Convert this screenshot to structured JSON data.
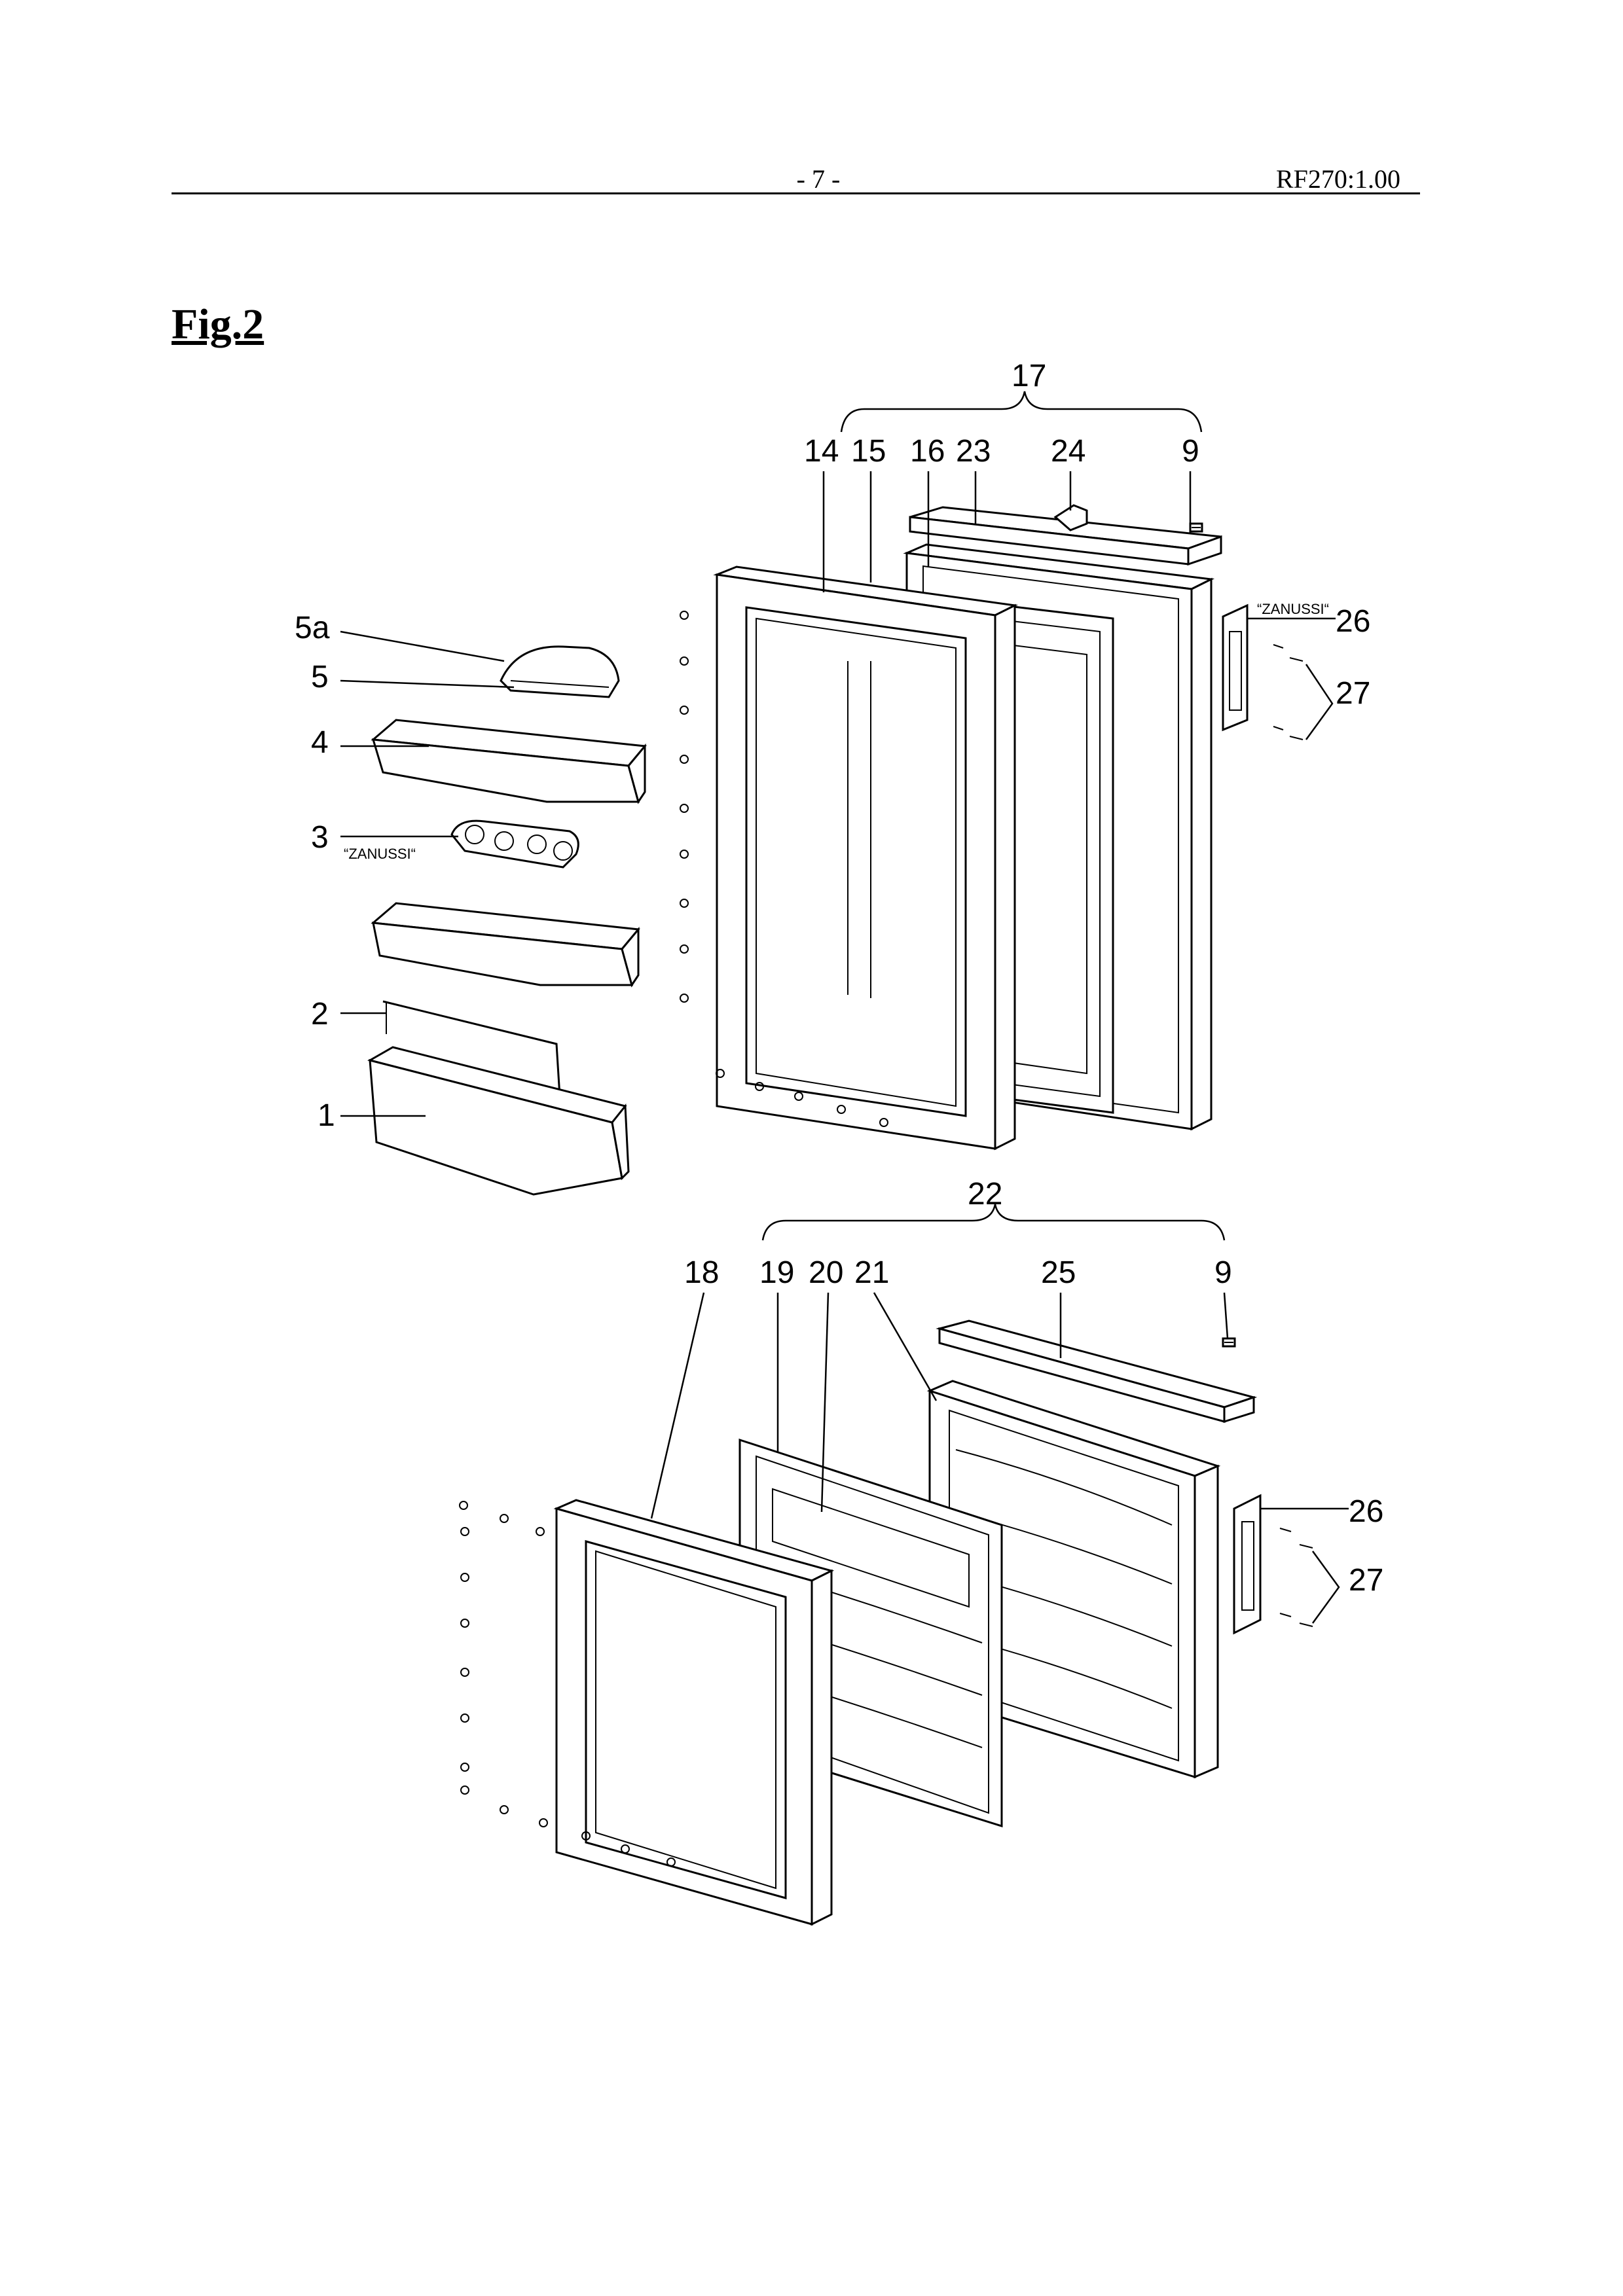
{
  "header": {
    "page_number": "- 7 -",
    "doc_code": "RF270:1.00"
  },
  "figure": {
    "title": "Fig.2"
  },
  "callouts": {
    "c17": "17",
    "c14": "14",
    "c15": "15",
    "c16": "16",
    "c23": "23",
    "c24": "24",
    "c9a": "9",
    "c5a": "5a",
    "c5": "5",
    "c4": "4",
    "c3": "3",
    "c2": "2",
    "c1": "1",
    "c26a": "26",
    "c27a": "27",
    "c22": "22",
    "c18": "18",
    "c19": "19",
    "c20": "20",
    "c21": "21",
    "c25": "25",
    "c9b": "9",
    "c26b": "26",
    "c27b": "27"
  },
  "brand_marks": {
    "egg_tray": "“ZANUSSI“",
    "upper_handle": "“ZANUSSI“"
  }
}
